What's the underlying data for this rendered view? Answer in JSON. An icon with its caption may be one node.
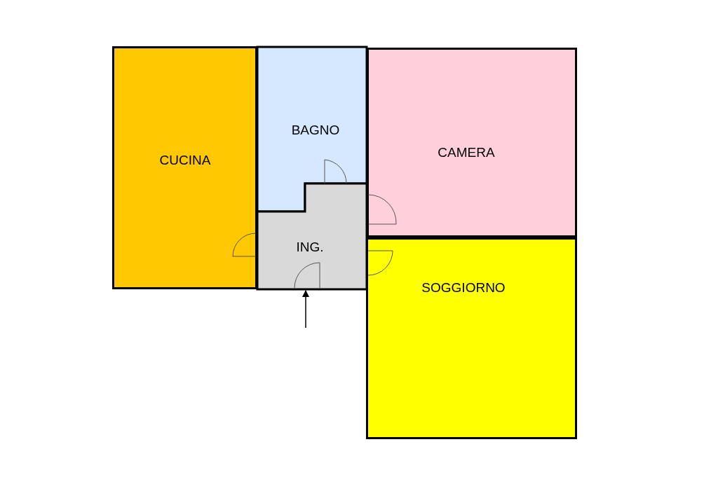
{
  "diagram": {
    "nodes": [
      {
        "text": [
          "CUCINA"
        ]
      },
      {
        "text": [
          "BAGNO"
        ]
      },
      {
        "text": [
          "CAMERA"
        ]
      },
      {
        "text": [
          "ING."
        ]
      },
      {
        "text": [
          "SOGGIORNO"
        ]
      }
    ],
    "edges": [
      {
        "from": null,
        "to": 3,
        "arrow": "to"
      }
    ]
  }
}
